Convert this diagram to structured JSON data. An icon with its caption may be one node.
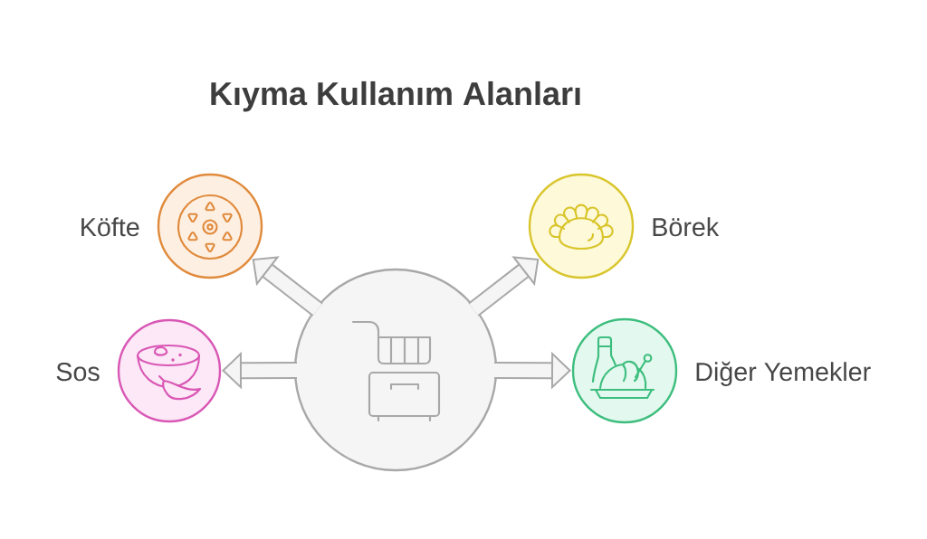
{
  "diagram": {
    "title": "Kıyma Kullanım Alanları",
    "nodes": [
      {
        "text": [
          "Köfte"
        ]
      },
      {
        "text": [
          "Börek"
        ]
      },
      {
        "text": [],
        "shape": "circle"
      },
      {
        "text": [
          "Sos"
        ]
      },
      {
        "text": [
          "Diğer Yemekler"
        ]
      }
    ],
    "edges": [
      {
        "from": 2,
        "to": 0,
        "arrow": "to"
      },
      {
        "from": 2,
        "to": 1,
        "arrow": "to"
      },
      {
        "from": 2,
        "to": 3,
        "arrow": "to"
      },
      {
        "from": 2,
        "to": 4,
        "arrow": "to"
      }
    ]
  }
}
